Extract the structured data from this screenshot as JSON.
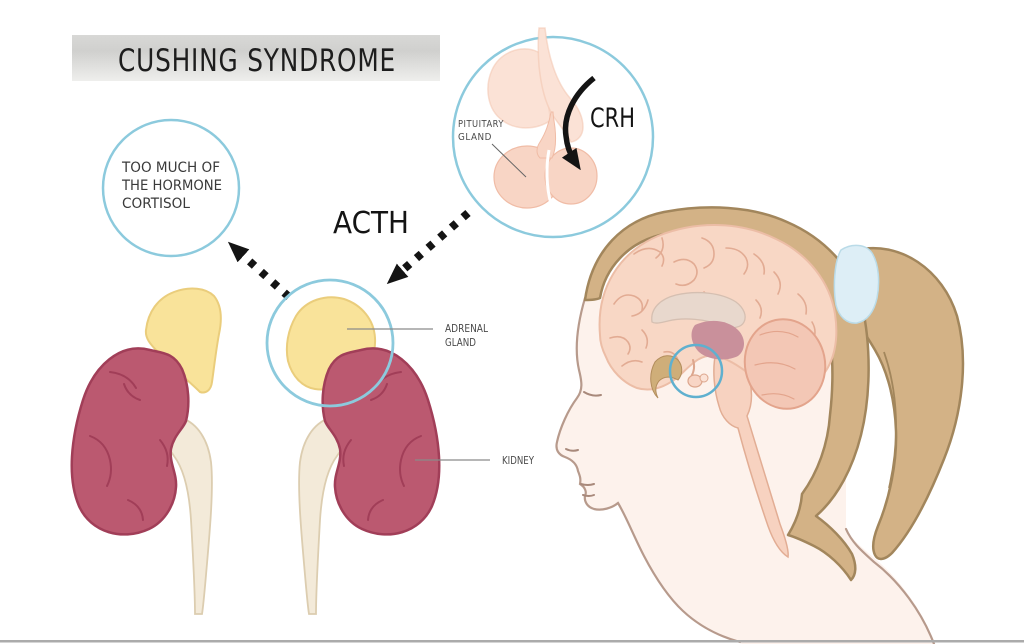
{
  "title": "CUSHING SYNDROME",
  "annotations": {
    "cortisol_circle": {
      "lines": [
        "TOO MUCH OF",
        "THE HORMONE",
        "CORTISOL"
      ]
    },
    "acth": "ACTH",
    "crh": "CRH",
    "pituitary_gland": {
      "lines": [
        "PITUITARY",
        "GLAND"
      ]
    },
    "adrenal_gland": {
      "lines": [
        "ADRENAL",
        "GLAND"
      ]
    },
    "kidney": "KIDNEY"
  },
  "colors": {
    "circle_stroke": "#8ccadd",
    "head_circle_stroke": "#5fb0cf",
    "kidney_fill": "#bb5970",
    "kidney_outline": "#a13e58",
    "adrenal_fill": "#f9e39a",
    "adrenal_outline": "#eacd7c",
    "ureter_fill": "#f3ead9",
    "ureter_outline": "#dccdb0",
    "gland_pink": "#f8d5c5",
    "gland_pink_light": "#fbe2d6",
    "hair_fill": "#d3b286",
    "hair_outline": "#a2865c",
    "scrunchie_fill": "#ddeef6",
    "scrunchie_outline": "#badbe8",
    "skin_fill": "#fdf2ec",
    "skin_outline": "#b79a8c",
    "brain_fill": "#f8d7c5",
    "brain_outline": "#ecbda6",
    "gyri_stroke": "#e2ab93",
    "corpus_fill": "#e8d8cd",
    "thalamus_fill": "#c9909b",
    "cerebellum_fill": "#f3c7b5",
    "cerebellum_outline": "#e3a48c",
    "brainstem_fill": "#f7d2c0",
    "brainstem_outline": "#e2ad94",
    "sphenoid_fill": "#cfae79",
    "arrow_black": "#141414",
    "label_text": "#4a4a4a",
    "title_text": "#1d1d1d",
    "body_text": "#3a3a3a",
    "leader_line": "#8a8a8a",
    "bottom_rule": "#ababab"
  }
}
